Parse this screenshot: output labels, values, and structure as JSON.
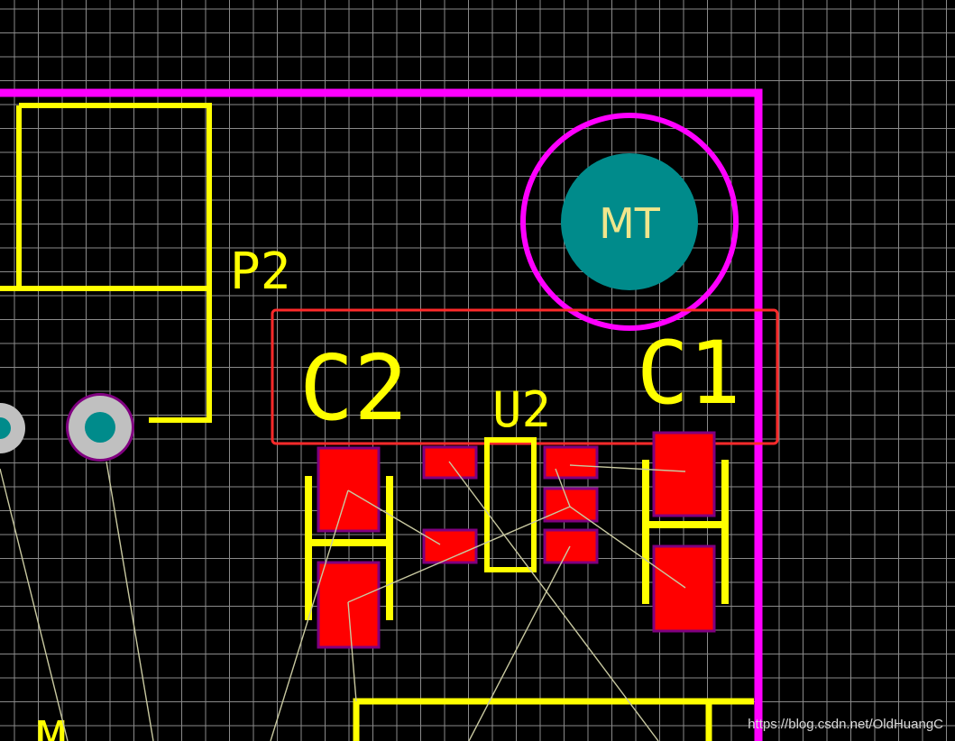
{
  "colors": {
    "background": "#000000",
    "grid": "#8a8a8a",
    "board_outline": "#ff00ff",
    "silkscreen": "#ffff00",
    "pad": "#ff0000",
    "pad_border": "#800080",
    "ratsnest": "#c8c8a0",
    "mounting_hole": "#008b8b",
    "via_ring": "#c0c0c0",
    "highlight_box": "#ff2a2a"
  },
  "labels": {
    "p2": "P2",
    "c2": "C2",
    "c1": "C1",
    "u2": "U2",
    "mt": "MT",
    "m_partial": "M"
  },
  "watermark": "https://blog.csdn.net/OldHuangC"
}
